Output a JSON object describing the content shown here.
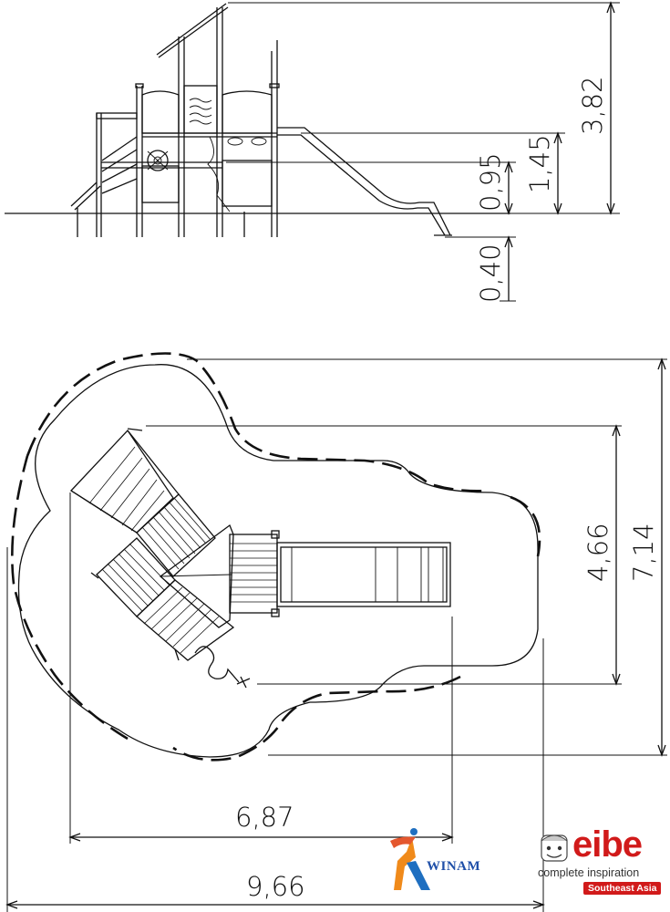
{
  "dimensions": {
    "height_total": "3,82",
    "height_platform_high": "1,45",
    "height_platform_low": "0,95",
    "depth_foundation": "0,40",
    "plan_depth_inner": "4,66",
    "plan_depth_outer": "7,14",
    "plan_width_inner": "6,87",
    "plan_width_outer": "9,66"
  },
  "logos": {
    "winam": "WINAM",
    "eibe": "eibe",
    "eibe_tagline": "complete inspiration",
    "eibe_region": "Southeast Asia"
  }
}
